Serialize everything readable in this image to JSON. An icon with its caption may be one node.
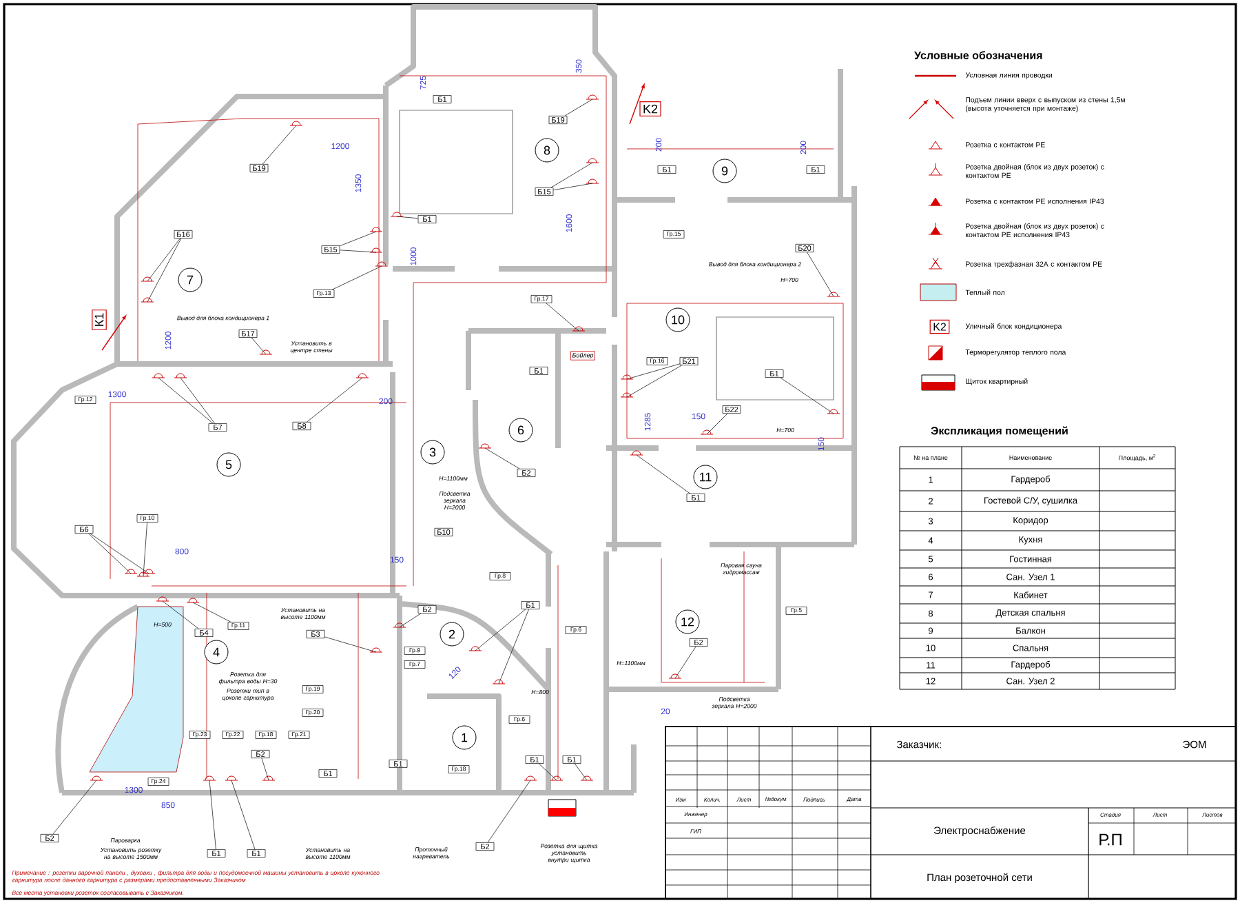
{
  "diagram": {
    "nodes": [
      {
        "text": [
          "Б19"
        ]
      },
      {
        "text": [
          "Б1"
        ]
      },
      {
        "text": [
          "Б19"
        ]
      },
      {
        "text": [
          "K2"
        ]
      },
      {
        "text": [
          "8"
        ]
      },
      {
        "text": [
          "Б1"
        ]
      },
      {
        "text": [
          "9"
        ]
      },
      {
        "text": [
          "Б1"
        ]
      },
      {
        "text": [
          "Б15"
        ]
      },
      {
        "text": [
          "Б1"
        ]
      },
      {
        "text": [
          "Б16"
        ]
      },
      {
        "text": [
          "Б15"
        ]
      },
      {
        "text": [
          "Гр.15"
        ]
      },
      {
        "text": [
          "Б20"
        ]
      },
      {
        "text": [
          "7"
        ]
      },
      {
        "text": [
          "Гр.13"
        ]
      },
      {
        "text": [
          "Гр.17"
        ]
      },
      {
        "text": [
          "К1"
        ]
      },
      {
        "text": [
          "10"
        ]
      },
      {
        "text": [
          "Б17"
        ]
      },
      {
        "text": [
          "Б1"
        ]
      },
      {
        "text": [
          "Гр.16"
        ]
      },
      {
        "text": [
          "Б21"
        ]
      },
      {
        "text": [
          "Б1"
        ]
      },
      {
        "text": [
          "Гр.12"
        ]
      },
      {
        "text": [
          "Б22"
        ]
      },
      {
        "text": [
          "Б7"
        ]
      },
      {
        "text": [
          "Б8"
        ]
      },
      {
        "text": [
          "6"
        ]
      },
      {
        "text": [
          "3"
        ]
      },
      {
        "text": [
          "5"
        ]
      },
      {
        "text": [
          "11"
        ]
      },
      {
        "text": [
          "Б2"
        ]
      },
      {
        "text": [
          "Б1"
        ]
      },
      {
        "text": [
          "Гр.10"
        ]
      },
      {
        "text": [
          "Б6"
        ]
      },
      {
        "text": [
          "Б10"
        ]
      },
      {
        "text": [
          "Гр.8"
        ]
      },
      {
        "text": [
          "Б1"
        ]
      },
      {
        "text": [
          "Б2"
        ]
      },
      {
        "text": [
          "Гр.5"
        ]
      },
      {
        "text": [
          "12"
        ]
      },
      {
        "text": [
          "Гр.11"
        ]
      },
      {
        "text": [
          "Гр.6"
        ]
      },
      {
        "text": [
          "Б4"
        ]
      },
      {
        "text": [
          "Б3"
        ]
      },
      {
        "text": [
          "2"
        ]
      },
      {
        "text": [
          "Б2"
        ]
      },
      {
        "text": [
          "Гр.9"
        ]
      },
      {
        "text": [
          "Гр.7"
        ]
      },
      {
        "text": [
          "4"
        ]
      },
      {
        "text": [
          "Гр.19"
        ]
      },
      {
        "text": [
          "Гр.20"
        ]
      },
      {
        "text": [
          "Гр.6"
        ]
      },
      {
        "text": [
          "Гр.23"
        ]
      },
      {
        "text": [
          "Гр.22"
        ]
      },
      {
        "text": [
          "Гр.18"
        ]
      },
      {
        "text": [
          "Гр.21"
        ]
      },
      {
        "text": [
          "1"
        ]
      },
      {
        "text": [
          "Б2"
        ]
      },
      {
        "text": [
          "Б1"
        ]
      },
      {
        "text": [
          "Б1"
        ]
      },
      {
        "text": [
          "Гр.18"
        ]
      },
      {
        "text": [
          "Б1"
        ]
      },
      {
        "text": [
          "Б1"
        ]
      },
      {
        "text": [
          "Гр.24"
        ]
      },
      {
        "text": [
          "Б2"
        ]
      },
      {
        "text": [
          "Б1"
        ]
      },
      {
        "text": [
          "Б1"
        ]
      },
      {
        "text": [
          "Б2"
        ]
      },
      {
        "text": [
          "Бойлер"
        ]
      }
    ],
    "edges": [
      {
        "from": 0,
        "to": null,
        "arrow": "none"
      },
      {
        "from": 2,
        "to": null,
        "arrow": "none"
      },
      {
        "from": 8,
        "to": null,
        "arrow": "none"
      },
      {
        "from": 8,
        "to": null,
        "arrow": "none"
      },
      {
        "from": 9,
        "to": null,
        "arrow": "none"
      },
      {
        "from": 10,
        "to": null,
        "arrow": "none"
      },
      {
        "from": 10,
        "to": null,
        "arrow": "none"
      },
      {
        "from": 11,
        "to": null,
        "arrow": "none"
      },
      {
        "from": 11,
        "to": null,
        "arrow": "none"
      },
      {
        "from": 15,
        "to": null,
        "arrow": "none"
      },
      {
        "from": 19,
        "to": null,
        "arrow": "none"
      },
      {
        "from": 26,
        "to": null,
        "arrow": "none"
      },
      {
        "from": 26,
        "to": null,
        "arrow": "none"
      },
      {
        "from": 27,
        "to": null,
        "arrow": "none"
      },
      {
        "from": 35,
        "to": null,
        "arrow": "none"
      },
      {
        "from": 35,
        "to": null,
        "arrow": "none"
      },
      {
        "from": 34,
        "to": null,
        "arrow": "none"
      },
      {
        "from": 44,
        "to": null,
        "arrow": "none"
      },
      {
        "from": 42,
        "to": null,
        "arrow": "none"
      },
      {
        "from": 45,
        "to": null,
        "arrow": "none"
      },
      {
        "from": 22,
        "to": null,
        "arrow": "none"
      },
      {
        "from": 22,
        "to": null,
        "arrow": "none"
      },
      {
        "from": 13,
        "to": null,
        "arrow": "none"
      },
      {
        "from": 23,
        "to": null,
        "arrow": "none"
      },
      {
        "from": 33,
        "to": null,
        "arrow": "none"
      },
      {
        "from": 25,
        "to": null,
        "arrow": "none"
      },
      {
        "from": 32,
        "to": null,
        "arrow": "none"
      },
      {
        "from": 38,
        "to": null,
        "arrow": "none"
      },
      {
        "from": 38,
        "to": null,
        "arrow": "none"
      },
      {
        "from": 47,
        "to": null,
        "arrow": "none"
      },
      {
        "from": 66,
        "to": null,
        "arrow": "none"
      },
      {
        "from": 67,
        "to": null,
        "arrow": "none"
      },
      {
        "from": 68,
        "to": null,
        "arrow": "none"
      },
      {
        "from": 59,
        "to": null,
        "arrow": "none"
      },
      {
        "from": 69,
        "to": null,
        "arrow": "none"
      },
      {
        "from": 63,
        "to": null,
        "arrow": "none"
      },
      {
        "from": 64,
        "to": null,
        "arrow": "none"
      },
      {
        "from": 39,
        "to": null,
        "arrow": "none"
      },
      {
        "from": 16,
        "to": null,
        "arrow": "none"
      }
    ],
    "labels": [
      "Условные обозначения",
      "725",
      "350",
      "200",
      "200",
      "1200",
      "1350",
      "1600",
      "1000",
      "Вывод для блока кондиционера 1",
      "Вывод для блока кондиционера 2",
      "H=700",
      "1200",
      "Установить в центре стены",
      "1285",
      "1300",
      "200",
      "150",
      "150",
      "H=700",
      "H=1100мм",
      "Подсветка зеркала H=2000",
      "800",
      "150",
      "Паровая сауна гидромассаж",
      "Установить на высоте 1100мм",
      "H=500",
      "120",
      "H=1100мм",
      "H=800",
      "Розетка для фильтра воды H=30",
      "Розетки тип в цоколе гарнитура",
      "Подсветка зеркала H=2000",
      "20",
      "1300",
      "850",
      "Пароварка",
      "Установить розетку на высоте 1500мм",
      "Установить на высоте 1100мм",
      "Проточный нагреватель",
      "Розетка для щитка установить внутри щитка",
      "Примечание : розетки варочной панели , духовки , фильтра для воды и посудомоечной машины установить в цоколе кухонного гарнитура после данного гарнитура с размерами предоставленными Заказчиком",
      "Все места установки розеток согласовывать с Заказчиком.",
      "Экспликация помещений",
      "№ на плане",
      "Наименование",
      "Площадь, м$^{2}$",
      "1",
      "Гардероб",
      "2",
      "Гостевой С/У, сушилка",
      "3",
      "Коридор",
      "4",
      "Кухня",
      "5",
      "Гостинная",
      "6",
      "Сан. Узел 1",
      "7",
      "Кабинет",
      "8",
      "Детская спальня",
      "9",
      "Балкон",
      "10",
      "Спальня",
      "11",
      "Гардероб",
      "12",
      "Сан. Узел 2",
      "Изм",
      "Колич.",
      "Лист",
      "№докум",
      "Подпись",
      "Дата",
      "Инженер",
      "ГИП",
      "Заказчик:",
      "ЭОМ",
      "Стадия",
      "Лист",
      "Листов",
      "Электроснабжение",
      "Р.П",
      "План розеточной сети",
      "K2"
    ],
    "legend": [
      {
        "text": "Условная линия проводки"
      },
      {
        "text": "Подъем линии вверх с выпуском из стены 1,5м (высота уточняется при монтаже)"
      },
      {
        "text": "Розетка с контактом PE"
      },
      {
        "text": "Розетка двойная (блок из двух розеток) с контактом PE"
      },
      {
        "text": "Розетка с контактом PE исполнения IP43"
      },
      {
        "text": "Розетка двойная (блок из двух розеток) с контактом PE исполнения IP43"
      },
      {
        "text": "Розетка трехфазная 32А с контактом PE"
      },
      {
        "text": "Теплый пол",
        "color": "#c5eef0"
      },
      {
        "text": "Уличный блок кондиционера"
      },
      {
        "text": "Терморегулятор теплого пола"
      },
      {
        "text": "Щиток квартирный"
      }
    ]
  }
}
